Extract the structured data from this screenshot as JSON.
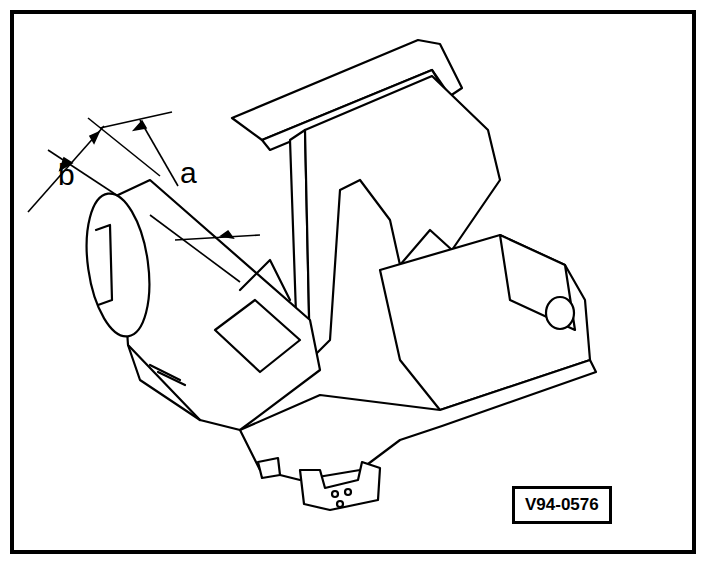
{
  "diagram": {
    "nodes": [
      {
        "text": [
          "V94-0576"
        ]
      }
    ],
    "labels": [
      "b",
      "a"
    ]
  }
}
